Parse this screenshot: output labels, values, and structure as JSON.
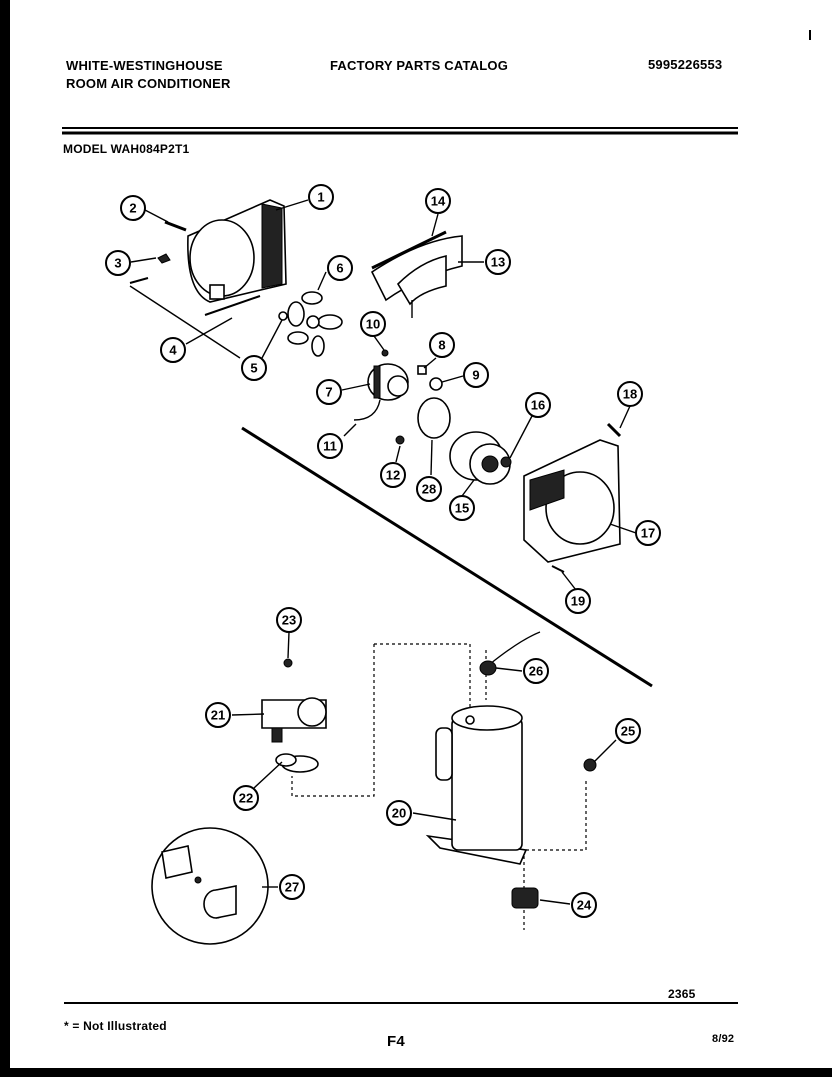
{
  "header": {
    "brand_line1": "WHITE-WESTINGHOUSE",
    "brand_line2": "ROOM AIR CONDITIONER",
    "catalog_title": "FACTORY PARTS CATALOG",
    "catalog_number": "5995226553",
    "model_label": "MODEL WAH084P2T1"
  },
  "callouts": [
    "1",
    "2",
    "3",
    "4",
    "5",
    "6",
    "7",
    "8",
    "9",
    "10",
    "11",
    "12",
    "13",
    "14",
    "15",
    "16",
    "17",
    "18",
    "19",
    "20",
    "21",
    "22",
    "23",
    "24",
    "25",
    "26",
    "27",
    "28"
  ],
  "footer": {
    "drawing_number": "2365",
    "note": "* = Not Illustrated",
    "page_code": "F4",
    "date": "8/92"
  }
}
